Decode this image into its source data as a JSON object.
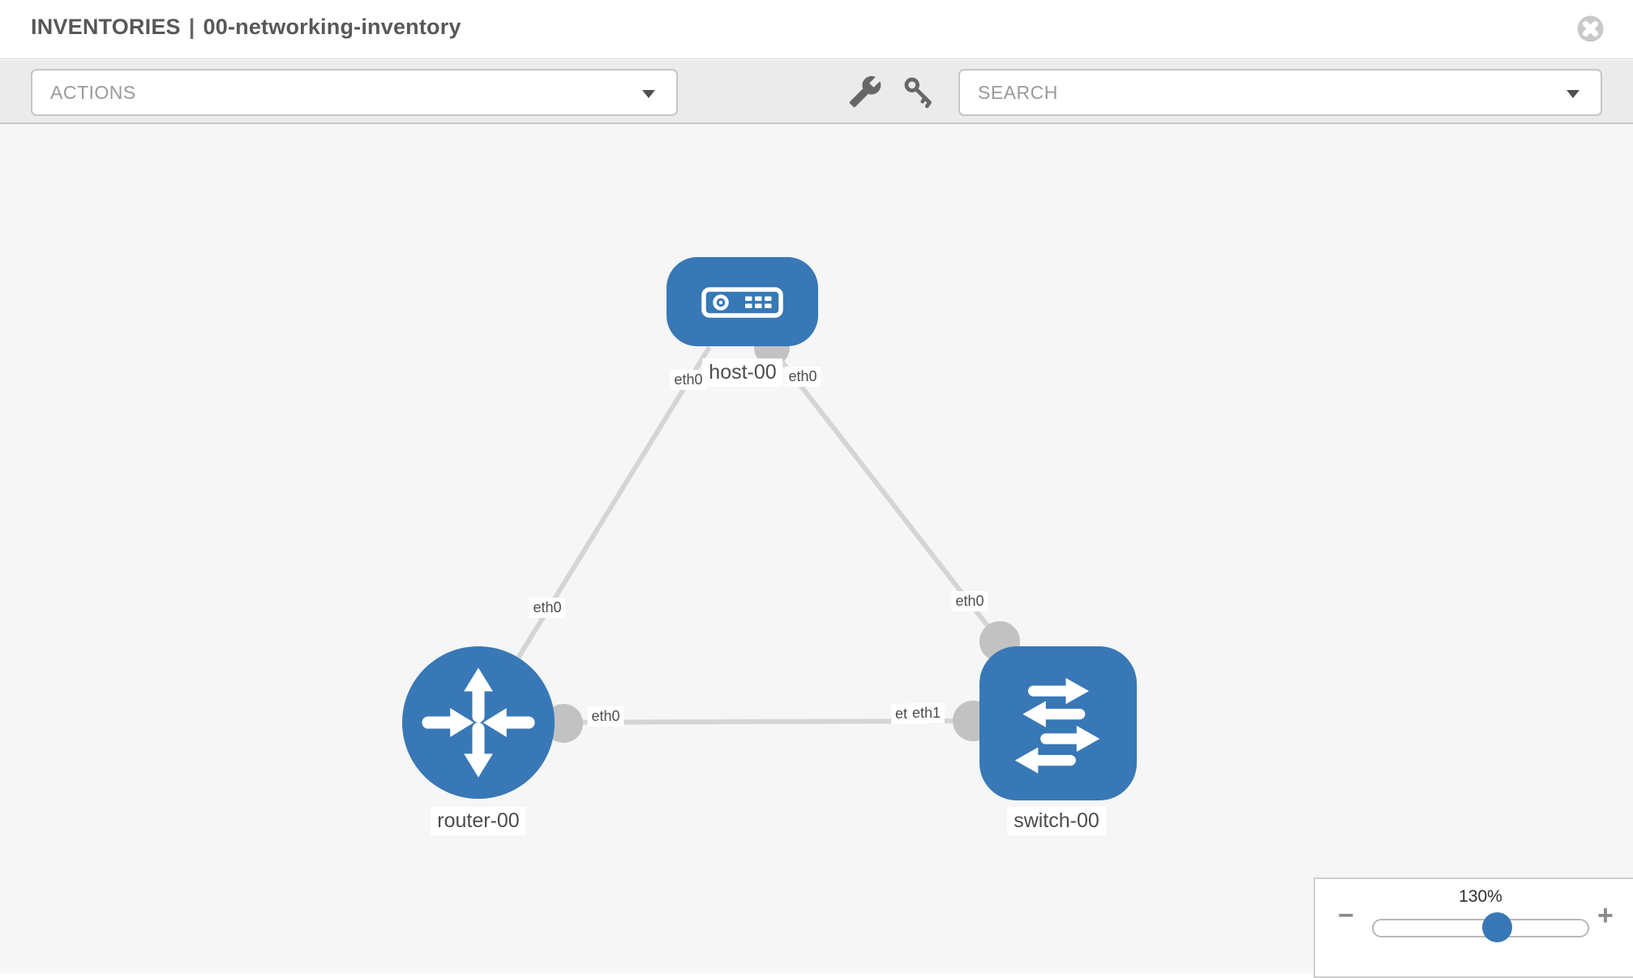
{
  "header": {
    "section": "INVENTORIES",
    "separator": "|",
    "name": "00-networking-inventory"
  },
  "toolbar": {
    "actions_label": "ACTIONS",
    "search_label": "SEARCH",
    "tools": [
      "wrench-icon",
      "key-icon"
    ]
  },
  "topology": {
    "nodes": [
      {
        "id": "host-00",
        "label": "host-00",
        "type": "host"
      },
      {
        "id": "router-00",
        "label": "router-00",
        "type": "router"
      },
      {
        "id": "switch-00",
        "label": "switch-00",
        "type": "switch"
      }
    ],
    "links": [
      {
        "source": "host-00",
        "target": "router-00",
        "source_interface": "eth0",
        "target_interface": "eth0"
      },
      {
        "source": "host-00",
        "target": "switch-00",
        "source_interface": "eth0",
        "target_interface": "eth0"
      },
      {
        "source": "router-00",
        "target": "switch-00",
        "source_interface": "eth0",
        "target_interface": "eth1"
      }
    ]
  },
  "zoom": {
    "level": "130%",
    "minus": "−",
    "plus": "+"
  },
  "colors": {
    "node_blue": "#3878b6",
    "link_gray": "#d5d5d5",
    "connector_gray": "#c2c2c2",
    "canvas_bg": "#f5f6f5",
    "toolbar_bg": "#ebebeb",
    "chip_text": "#4d4d4d"
  }
}
